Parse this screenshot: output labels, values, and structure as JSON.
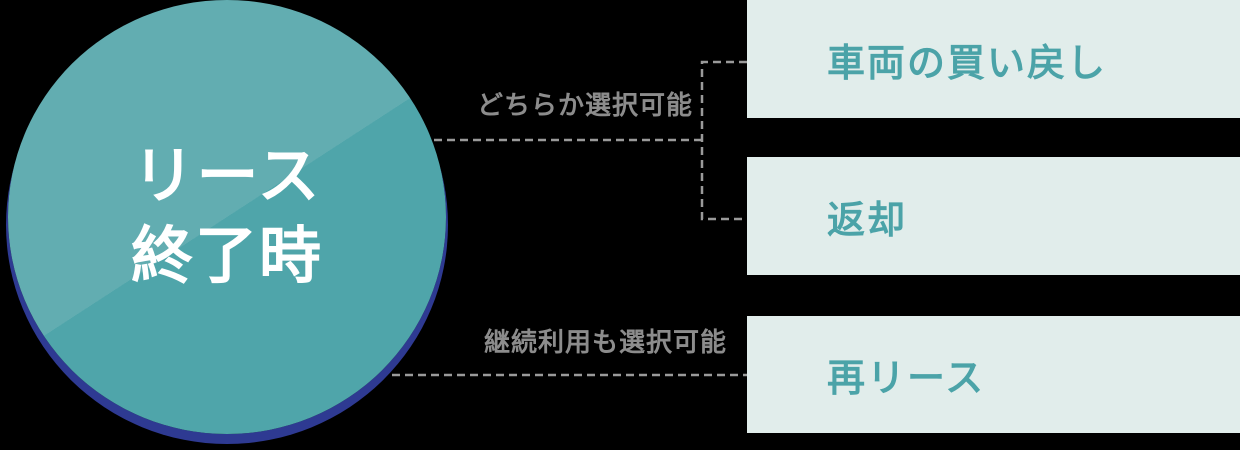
{
  "background_color": "#000000",
  "circle": {
    "label_line1": "リース",
    "label_line2": "終了時",
    "fill_light": "#62ADB1",
    "fill_dark": "#4FA5AA",
    "ring_color": "#2E3A92",
    "text_color": "#FFFFFF"
  },
  "connectors": {
    "line_color": "#9A9A9A",
    "label_color": "#8C8C8C",
    "top_label": "どちらか選択可能",
    "bottom_label": "継続利用も選択可能"
  },
  "options": [
    {
      "label": "車両の買い戻し"
    },
    {
      "label": "返却"
    },
    {
      "label": "再リース"
    }
  ],
  "option_style": {
    "background": "#E1EDEB",
    "text_color": "#4BA3A8"
  }
}
